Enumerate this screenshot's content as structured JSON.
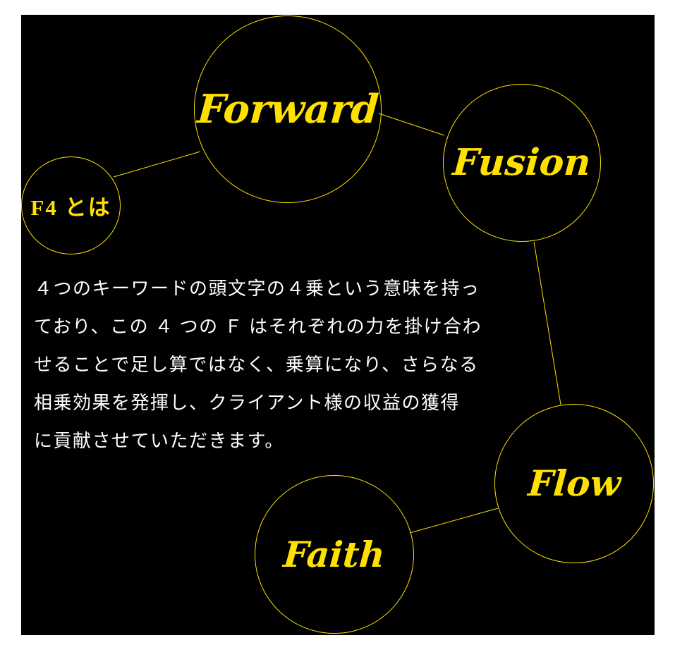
{
  "colors": {
    "page_background": "#ffffff",
    "panel_background": "#000000",
    "accent_yellow": "#ffe100",
    "body_text": "#ffffff"
  },
  "diagram": {
    "nodes": {
      "f4": {
        "label": "F4 とは"
      },
      "forward": {
        "label": "Forward"
      },
      "fusion": {
        "label": "Fusion"
      },
      "flow": {
        "label": "Flow"
      },
      "faith": {
        "label": "Faith"
      }
    },
    "description": {
      "lines": [
        "４つのキーワードの頭文字の４乗という意味を持っ",
        "ており、この ４ つの Ｆ はそれぞれの力を掛け合わ",
        "せることで足し算ではなく、乗算になり、さらなる",
        "相乗効果を発揮し、クライアント様の収益の獲得",
        "に貢献させていただきます。"
      ]
    }
  }
}
